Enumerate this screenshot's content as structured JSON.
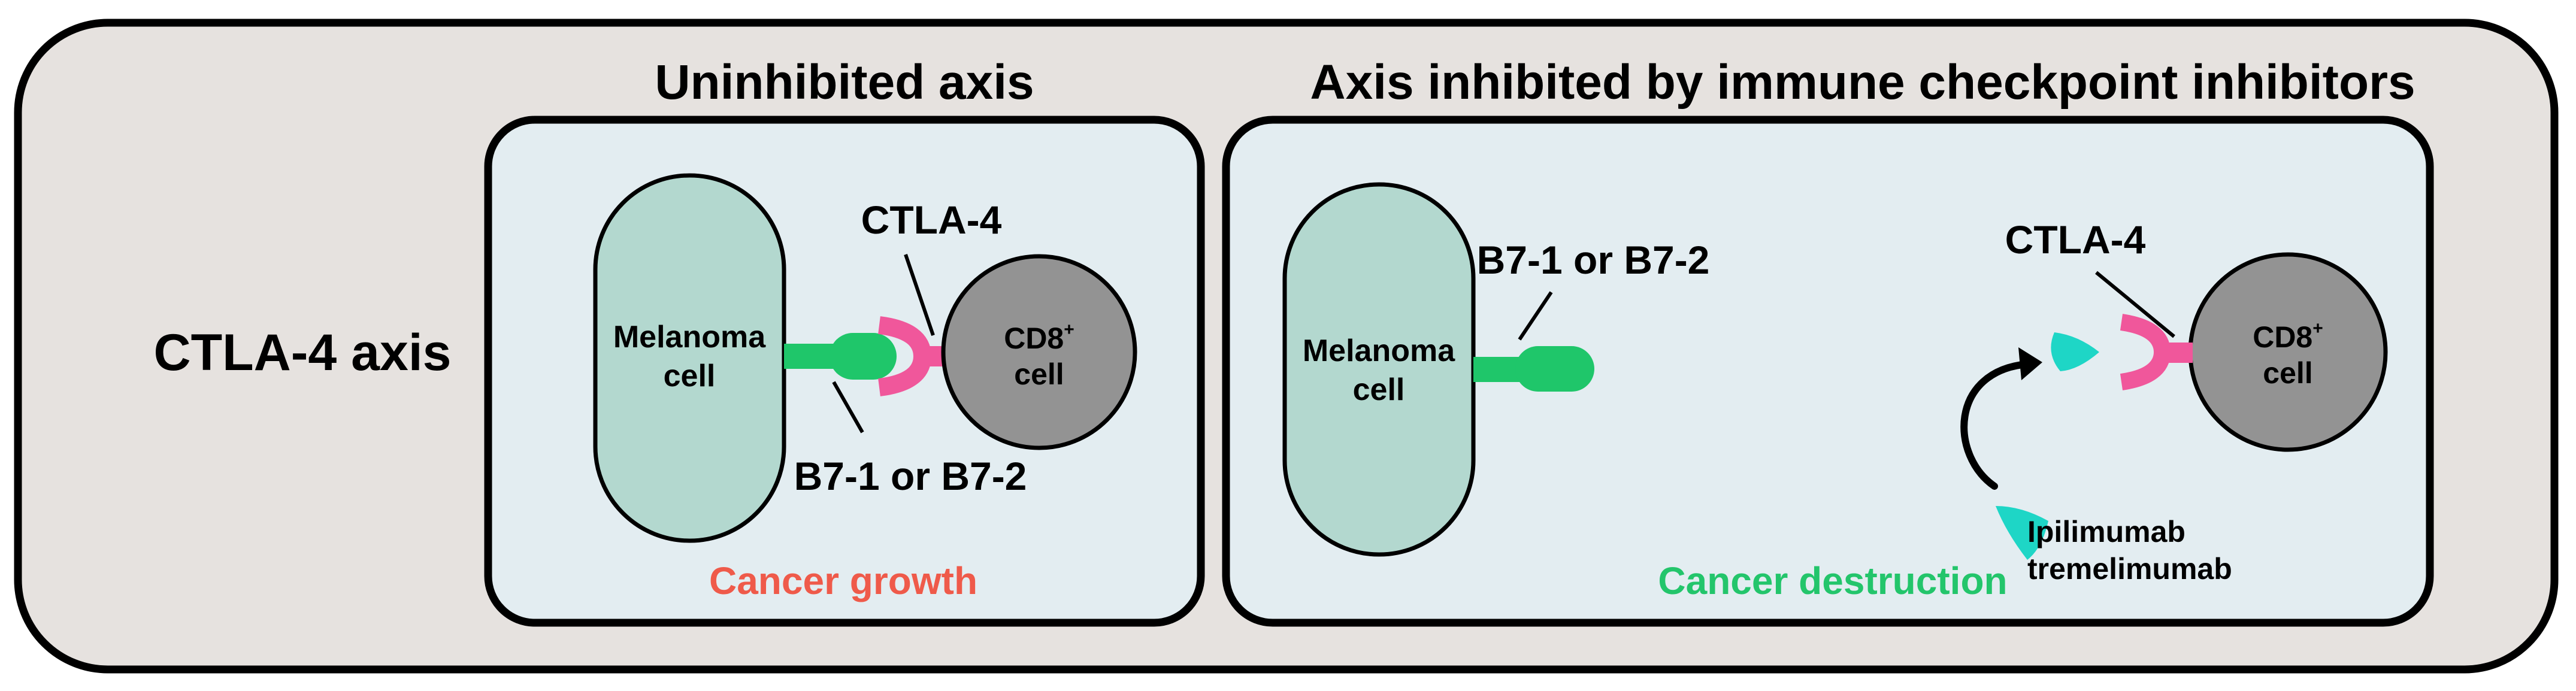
{
  "axis_label": "CTLA-4 axis",
  "panels": {
    "uninhibited": {
      "title": "Uninhibited axis",
      "melanoma_line1": "Melanoma",
      "melanoma_line2": "cell",
      "cd8_line1": "CD8",
      "cd8_sup": "+",
      "cd8_line2": "cell",
      "ctla4_label": "CTLA-4",
      "ligand_label": "B7-1 or B7-2",
      "outcome": "Cancer growth"
    },
    "inhibited": {
      "title": "Axis inhibited by immune checkpoint inhibitors",
      "melanoma_line1": "Melanoma",
      "melanoma_line2": "cell",
      "cd8_line1": "CD8",
      "cd8_sup": "+",
      "cd8_line2": "cell",
      "ctla4_label": "CTLA-4",
      "ligand_label": "B7-1 or B7-2",
      "drug_line1": "Ipilimumab",
      "drug_line2": "tremelimumab",
      "outcome": "Cancer destruction"
    }
  },
  "colors": {
    "outer_bg": "#e6e2df",
    "panel_bg": "#e3edf1",
    "melanoma_fill": "#b3d8cf",
    "cd8_fill": "#939393",
    "ligand_green": "#1fc66a",
    "receptor_pink": "#f0579b",
    "antibody_cyan": "#1ed6c6",
    "growth_red": "#ef5a4a",
    "destruction_green": "#23c56b",
    "outline": "#000000"
  }
}
